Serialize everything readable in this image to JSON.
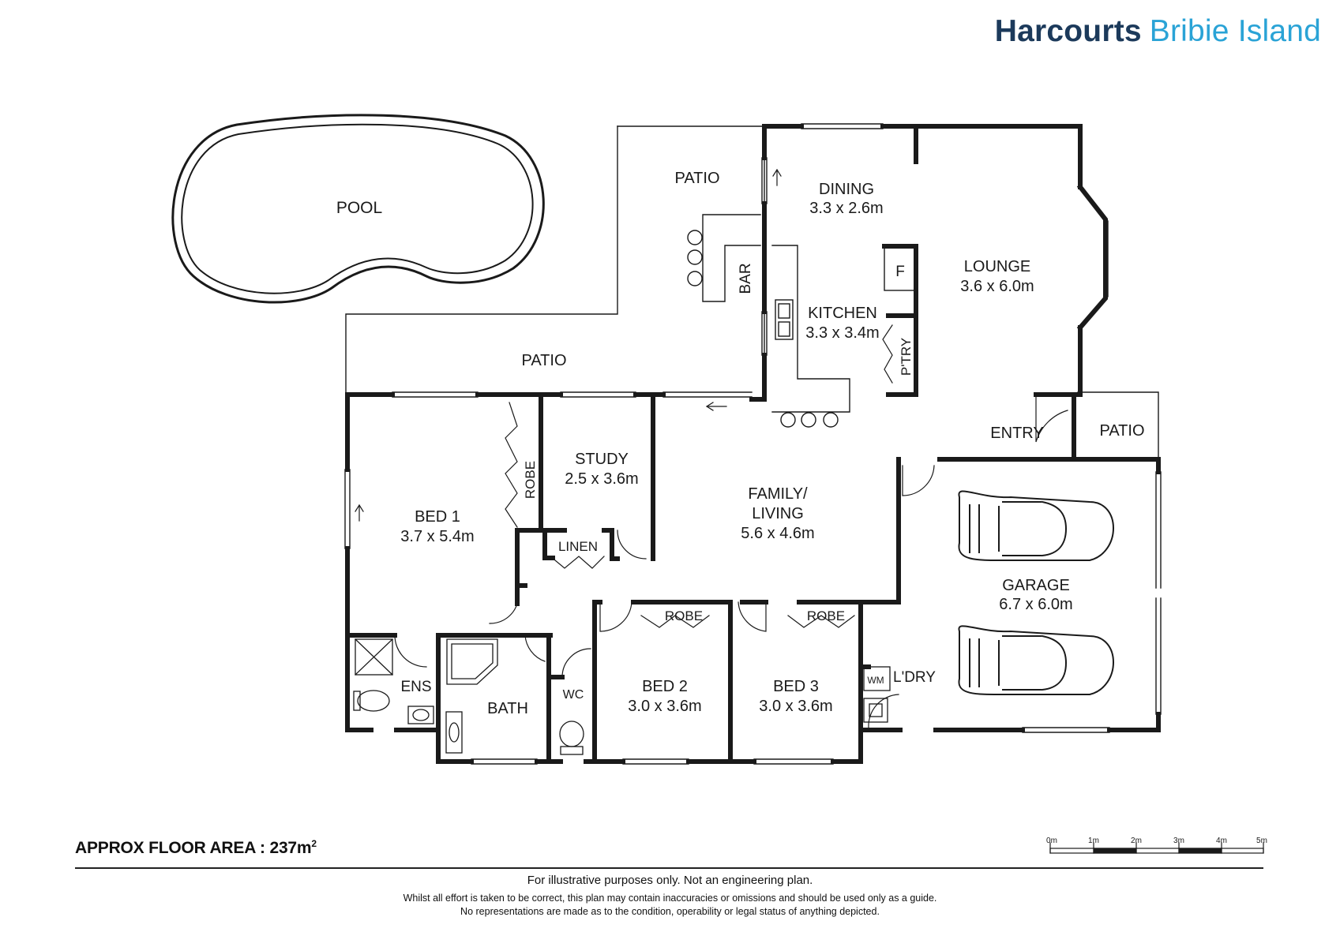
{
  "brand": {
    "name": "Harcourts",
    "location": "Bribie Island"
  },
  "rooms": {
    "pool": "POOL",
    "patio_top": "PATIO",
    "patio_left": "PATIO",
    "patio_right": "PATIO",
    "dining": {
      "name": "DINING",
      "size": "3.3 x 2.6m"
    },
    "lounge": {
      "name": "LOUNGE",
      "size": "3.6 x 6.0m"
    },
    "kitchen": {
      "name": "KITCHEN",
      "size": "3.3 x 3.4m"
    },
    "bar": "BAR",
    "fridge": "F",
    "pantry": "P'TRY",
    "entry": "ENTRY",
    "study": {
      "name": "STUDY",
      "size": "2.5 x 3.6m"
    },
    "robe_bed1": "ROBE",
    "bed1": {
      "name": "BED 1",
      "size": "3.7 x 5.4m"
    },
    "family": {
      "name1": "FAMILY/",
      "name2": "LIVING",
      "size": "5.6 x 4.6m"
    },
    "linen": "LINEN",
    "garage": {
      "name": "GARAGE",
      "size": "6.7 x 6.0m"
    },
    "robe_bed2": "ROBE",
    "robe_bed3": "ROBE",
    "ens": "ENS",
    "bath": "BATH",
    "wc": "WC",
    "bed2": {
      "name": "BED 2",
      "size": "3.0 x 3.6m"
    },
    "bed3": {
      "name": "BED 3",
      "size": "3.0 x 3.6m"
    },
    "laundry": "L'DRY",
    "wm": "WM"
  },
  "floor_area": {
    "label": "APPROX FLOOR AREA",
    "separator": ":",
    "value": "237m",
    "unit_sup": "2"
  },
  "scale": {
    "labels": [
      "0m",
      "1m",
      "2m",
      "3m",
      "4m",
      "5m"
    ]
  },
  "disclaimer": {
    "line1": "For illustrative purposes only. Not an engineering plan.",
    "line2": "Whilst all effort is taken to be correct, this plan may contain inaccuracies or omissions and should be used only as a guide.",
    "line3": "No representations are made as to the condition, operability or legal status of anything depicted."
  },
  "colors": {
    "wall": "#1a1a1a",
    "brand_dark": "#1c3a5b",
    "brand_light": "#2aa3d6"
  }
}
